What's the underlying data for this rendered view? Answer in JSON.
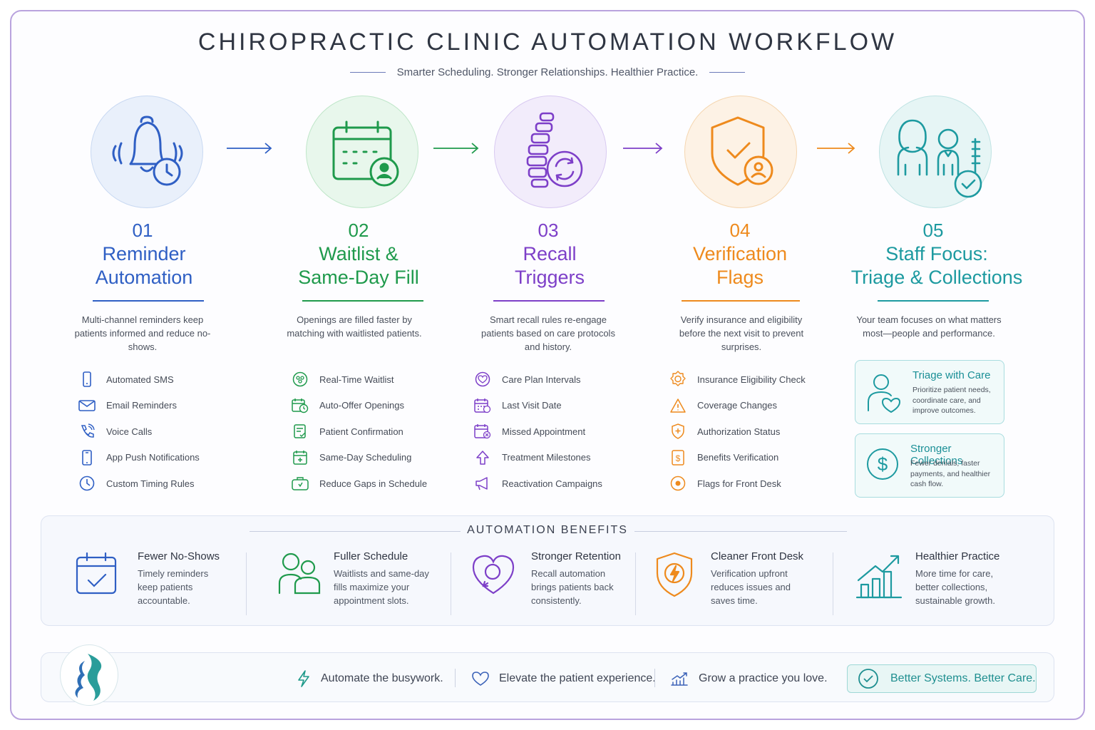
{
  "header": {
    "title": "CHIROPRACTIC CLINIC AUTOMATION WORKFLOW",
    "subtitle": "Smarter Scheduling. Stronger Relationships. Healthier Practice."
  },
  "colors": {
    "step1": "#2f5fc4",
    "step2": "#1f9a4c",
    "step3": "#7d3fc8",
    "step4": "#ee8a1d",
    "step5": "#1d9aa0"
  },
  "steps": [
    {
      "number": "01",
      "title_line1": "Reminder",
      "title_line2": "Automation",
      "description": "Multi-channel reminders keep patients informed and reduce no-shows.",
      "features": [
        "Automated SMS",
        "Email Reminders",
        "Voice Calls",
        "App Push Notifications",
        "Custom Timing Rules"
      ],
      "icons": [
        "phone-icon",
        "envelope-icon",
        "voice-call-icon",
        "mobile-app-icon",
        "clock-icon"
      ]
    },
    {
      "number": "02",
      "title_line1": "Waitlist &",
      "title_line2": "Same-Day Fill",
      "description": "Openings are filled faster by matching with waitlisted patients.",
      "features": [
        "Real-Time Waitlist",
        "Auto-Offer Openings",
        "Patient Confirmation",
        "Same-Day Scheduling",
        "Reduce Gaps in Schedule"
      ],
      "icons": [
        "waitlist-icon",
        "calendar-clock-icon",
        "confirmation-icon",
        "calendar-plus-icon",
        "briefcase-icon"
      ]
    },
    {
      "number": "03",
      "title_line1": "Recall",
      "title_line2": "Triggers",
      "description": "Smart recall rules re-engage patients based on care protocols and history.",
      "features": [
        "Care Plan Intervals",
        "Last Visit Date",
        "Missed Appointment",
        "Treatment Milestones",
        "Reactivation Campaigns"
      ],
      "icons": [
        "heart-check-icon",
        "calendar-icon",
        "calendar-x-icon",
        "arrow-up-icon",
        "megaphone-icon"
      ]
    },
    {
      "number": "04",
      "title_line1": "Verification",
      "title_line2": "Flags",
      "description": "Verify insurance and eligibility before the next visit to prevent surprises.",
      "features": [
        "Insurance Eligibility Check",
        "Coverage Changes",
        "Authorization Status",
        "Benefits Verification",
        "Flags for Front Desk"
      ],
      "icons": [
        "badge-icon",
        "warning-icon",
        "shield-plus-icon",
        "dollar-document-icon",
        "flag-icon"
      ]
    },
    {
      "number": "05",
      "title_line1": "Staff Focus:",
      "title_line2": "Triage & Collections",
      "description": "Your team focuses on what matters most—people and performance.",
      "cards": [
        {
          "title": "Triage with Care",
          "text": "Prioritize patient needs, coordinate care, and improve outcomes.",
          "icon": "person-heart-icon"
        },
        {
          "title": "Stronger Collections",
          "text": "Fewer denials, faster payments, and healthier cash flow.",
          "icon": "dollar-icon"
        }
      ]
    }
  ],
  "benefits": {
    "heading": "AUTOMATION BENEFITS",
    "items": [
      {
        "title": "Fewer No-Shows",
        "text": "Timely reminders keep patients accountable.",
        "icon": "calendar-check-icon"
      },
      {
        "title": "Fuller Schedule",
        "text": "Waitlists and same-day fills maximize your appointment slots.",
        "icon": "people-icon"
      },
      {
        "title": "Stronger Retention",
        "text": "Recall automation brings patients back consistently.",
        "icon": "heart-cycle-icon"
      },
      {
        "title": "Cleaner Front Desk",
        "text": "Verification upfront reduces issues and saves time.",
        "icon": "shield-bolt-icon"
      },
      {
        "title": "Healthier Practice",
        "text": "More time for care, better collections, sustainable growth.",
        "icon": "growth-chart-icon"
      }
    ]
  },
  "footer": {
    "items": [
      "Automate the busywork.",
      "Elevate the patient experience.",
      "Grow a practice you love."
    ],
    "cta": "Better Systems. Better Care."
  }
}
